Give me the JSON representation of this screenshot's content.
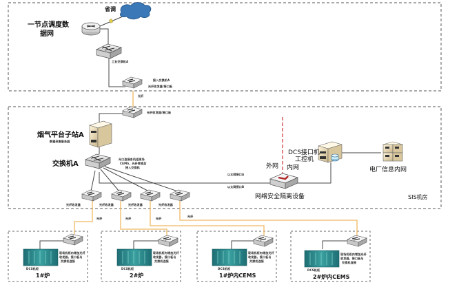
{
  "zones": {
    "dispatch": {
      "title": "一节点调度数据网",
      "title_line1": "一节点调度数",
      "title_line2": "据网",
      "cloud_label": "省调"
    },
    "sis": {
      "title": "SIS机房"
    }
  },
  "nodes": {
    "router": {
      "label": ""
    },
    "dispatch_switch": {
      "label": "工业交换机A"
    },
    "gateway_switch": {
      "label_1": "接入交换机A",
      "label_2": "光纤收发器/接口板"
    },
    "sis_fiber_switch": {
      "label": "光纤收发器/接口板"
    },
    "platform_server": {
      "label": "烟气平台子站A",
      "sub": "数据采集服务器"
    },
    "switch_a": {
      "label": "交换机A",
      "note_1": "光口连接各机组现场",
      "note_2": "CEMS，光纤转换后",
      "note_3": "接入交换机"
    },
    "access_switches": [
      {
        "label": "光纤收发器"
      },
      {
        "label": "光纤收发器"
      },
      {
        "label": "光纤收发器"
      },
      {
        "label": "光纤收发器"
      }
    ],
    "isolation": {
      "label": "网络安全隔离设备",
      "outer": "外网",
      "inner": "内网",
      "link_top": "以太网接口A",
      "link_bottom": "以太网接口B"
    },
    "dcs": {
      "label_1": "DCS接口机",
      "label_2": "工控机"
    },
    "plant_net": {
      "label": "电厂信息内网"
    }
  },
  "links": {
    "fiber_label": "光纤"
  },
  "units": [
    {
      "title": "1#炉",
      "panel": "DCS机柜",
      "note_1": "现场机柜内增加光纤",
      "note_2": "收发器，接口板与",
      "note_3": "交换机连接"
    },
    {
      "title": "2#炉",
      "panel": "DCS机柜",
      "note_1": "现场机柜内增加光纤",
      "note_2": "收发器，接口板与",
      "note_3": "交换机连接"
    },
    {
      "title": "1#炉内CEMS",
      "panel": "DCS机柜",
      "note_1": "现场机柜内增加光纤",
      "note_2": "收发器，接口板与",
      "note_3": "交换机连接"
    },
    {
      "title": "2#炉内CEMS",
      "panel": "DCS机柜",
      "note_1": "现场机柜内增加光纤",
      "note_2": "收发器，接口板与",
      "note_3": "交换机连接"
    }
  ],
  "colors": {
    "fiber": "#f0b860",
    "copper": "#444444",
    "boundary": "#d03030",
    "cloud": "#3a78b8",
    "panel": "#2c8c8c"
  }
}
